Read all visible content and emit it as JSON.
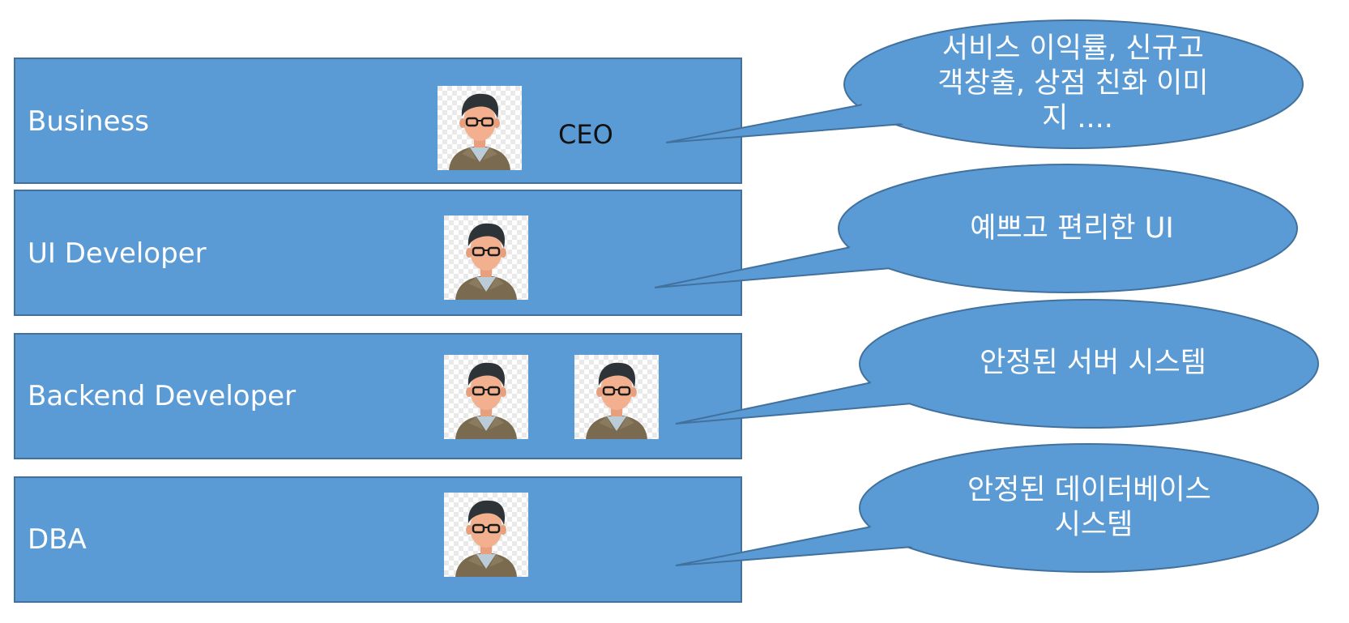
{
  "colors": {
    "band_fill": "#5B9BD5",
    "band_stroke": "#41719C",
    "bubble_fill": "#5B9BD5",
    "bubble_stroke": "#41719C",
    "avatar_hair": "#2E3338",
    "avatar_skin": "#F2B08E",
    "avatar_jacket": "#7A6A4F",
    "avatar_shirt": "#B9CCD8"
  },
  "roles": [
    {
      "label": "Business",
      "tag": "CEO",
      "avatar_count": 1,
      "bubble_lines": [
        "서비스 이익률, 신규고",
        "객창출, 상점 친화 이미",
        "지 ...."
      ]
    },
    {
      "label": "UI Developer",
      "tag": "",
      "avatar_count": 1,
      "bubble_lines": [
        "예쁘고 편리한 UI"
      ]
    },
    {
      "label": "Backend Developer",
      "tag": "",
      "avatar_count": 2,
      "bubble_lines": [
        "안정된 서버 시스템"
      ]
    },
    {
      "label": "DBA",
      "tag": "",
      "avatar_count": 1,
      "bubble_lines": [
        "안정된 데이터베이스",
        "시스템"
      ]
    }
  ]
}
